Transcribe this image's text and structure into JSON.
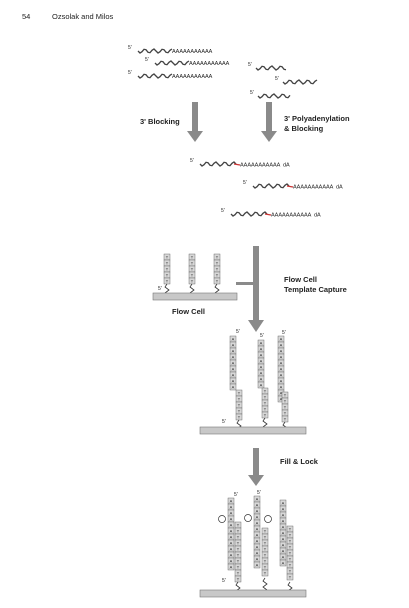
{
  "header": {
    "page_number": "54",
    "running_title": "Ozsolak and Milos"
  },
  "labels": {
    "five_prime": "5'",
    "polyA": "AAAAAAAAAAA",
    "polyA_blocked": "AAAAAAAAAAA",
    "block_suffix": "dA",
    "blocking_left": "3' Blocking",
    "blocking_right_line1": "3' Polyadenylation",
    "blocking_right_line2": "& Blocking",
    "capture_line1": "Flow Cell",
    "capture_line2": "Template Capture",
    "flow_cell": "Flow Cell",
    "fill_lock": "Fill & Lock",
    "t_letter": "T",
    "a_letter": "A"
  },
  "colors": {
    "strand": "#444444",
    "arrow": "#8a8a8a",
    "cell_fill": "#d8d8d8",
    "cell_stroke": "#555555",
    "flow_cell": "#c8c8c8",
    "red_tail": "#cc3333"
  }
}
